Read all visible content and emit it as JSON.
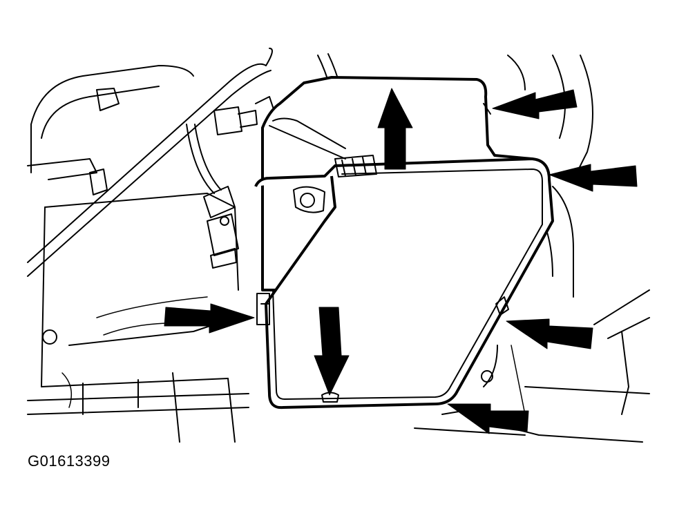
{
  "figure": {
    "id_label": "G01613399"
  },
  "callouts": [
    {
      "name": "arrow-top-center",
      "direction": "up"
    },
    {
      "name": "arrow-upper-right",
      "direction": "left"
    },
    {
      "name": "arrow-right-middle",
      "direction": "left"
    },
    {
      "name": "arrow-left",
      "direction": "right"
    },
    {
      "name": "arrow-bottom-center",
      "direction": "down"
    },
    {
      "name": "arrow-right-lower",
      "direction": "left"
    },
    {
      "name": "arrow-bottom-right",
      "direction": "left"
    }
  ],
  "colors": {
    "line": "#000000",
    "background": "#ffffff"
  }
}
